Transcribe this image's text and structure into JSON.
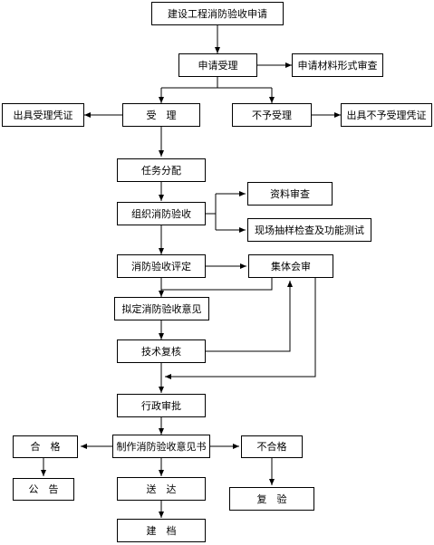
{
  "diagram": {
    "nodes": {
      "apply": "建设工程消防验收申请",
      "receive": "申请受理",
      "material_check": "申请材料形式审查",
      "accept": "受　理",
      "accept_cert": "出具受理凭证",
      "reject": "不予受理",
      "reject_cert": "出具不予受理凭证",
      "assign": "任务分配",
      "organize": "组织消防验收",
      "doc_review": "资料审查",
      "site_test": "现场抽样检查及功能测试",
      "evaluate": "消防验收评定",
      "group_review": "集体会审",
      "draft": "拟定消防验收意见",
      "tech_review": "技术复核",
      "admin_approve": "行政审批",
      "make_doc": "制作消防验收意见书",
      "pass": "合　格",
      "fail": "不合格",
      "announce": "公　告",
      "deliver": "送　达",
      "recheck": "复　验",
      "archive": "建　档"
    }
  }
}
